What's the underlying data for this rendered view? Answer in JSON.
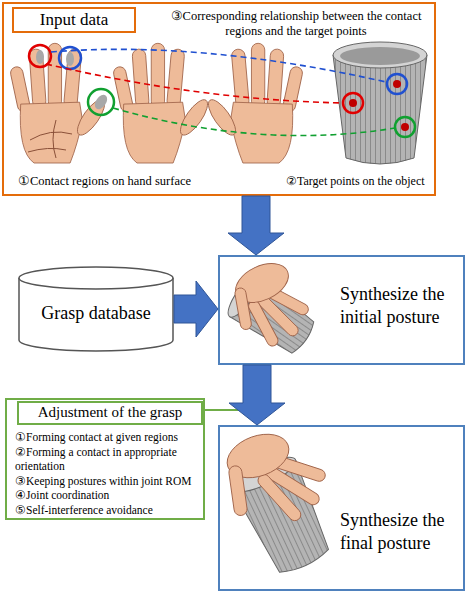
{
  "diagram": {
    "nodes": [
      {
        "text": [
          "Input data",
          "③Corresponding relationship between the contact regions and the target points",
          "①Contact regions on hand surface",
          "②Target points on the object"
        ]
      },
      {
        "text": [
          "Grasp database"
        ]
      },
      {
        "text": [
          "Synthesize the initial posture"
        ]
      },
      {
        "text": [
          "Adjustment of the grasp",
          "①Forming contact at given regions",
          "②Forming a contact in appropriate orientation",
          "③Keeping postures within joint ROM",
          "④Joint coordination",
          "⑤Self-interference avoidance"
        ]
      },
      {
        "text": [
          "Synthesize the final posture"
        ]
      }
    ],
    "edges": [
      {
        "from": 0,
        "to": 2,
        "arrow": "to"
      },
      {
        "from": 1,
        "to": 2,
        "arrow": "to"
      },
      {
        "from": 2,
        "to": 4,
        "arrow": "to"
      }
    ]
  }
}
